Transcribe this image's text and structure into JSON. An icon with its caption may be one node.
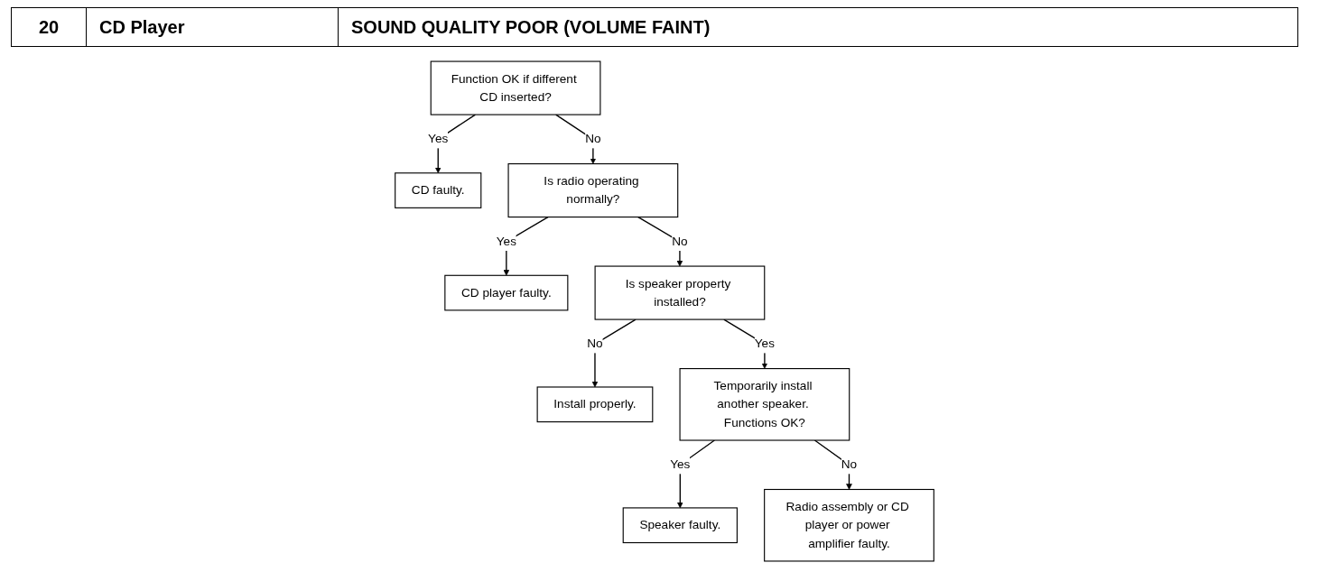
{
  "diagram": {
    "nodes": [
      {
        "text": [
          "Function OK if different CD inserted?"
        ]
      },
      {
        "text": [
          "CD faulty."
        ]
      },
      {
        "text": [
          "Is radio operating normally?"
        ]
      },
      {
        "text": [
          "CD player faulty."
        ]
      },
      {
        "text": [
          "Is speaker property installed?"
        ]
      },
      {
        "text": [
          "Install properly."
        ]
      },
      {
        "text": [
          "Temporarily install another speaker. Functions OK?"
        ]
      },
      {
        "text": [
          "Speaker faulty."
        ]
      },
      {
        "text": [
          "Radio assembly or CD player or power amplifier faulty."
        ]
      }
    ],
    "edges": [
      {
        "from": 0,
        "to": 1,
        "arrow": "to",
        "label": "Yes"
      },
      {
        "from": 0,
        "to": 2,
        "arrow": "to",
        "label": "No"
      },
      {
        "from": 2,
        "to": 3,
        "arrow": "to",
        "label": "Yes"
      },
      {
        "from": 2,
        "to": 4,
        "arrow": "to",
        "label": "No"
      },
      {
        "from": 4,
        "to": 5,
        "arrow": "to",
        "label": "No"
      },
      {
        "from": 4,
        "to": 6,
        "arrow": "to",
        "label": "Yes"
      },
      {
        "from": 6,
        "to": 7,
        "arrow": "to",
        "label": "Yes"
      },
      {
        "from": 6,
        "to": 8,
        "arrow": "to",
        "label": "No"
      }
    ],
    "labels": [
      "20",
      "CD Player",
      "SOUND QUALITY POOR (VOLUME FAINT)"
    ]
  }
}
